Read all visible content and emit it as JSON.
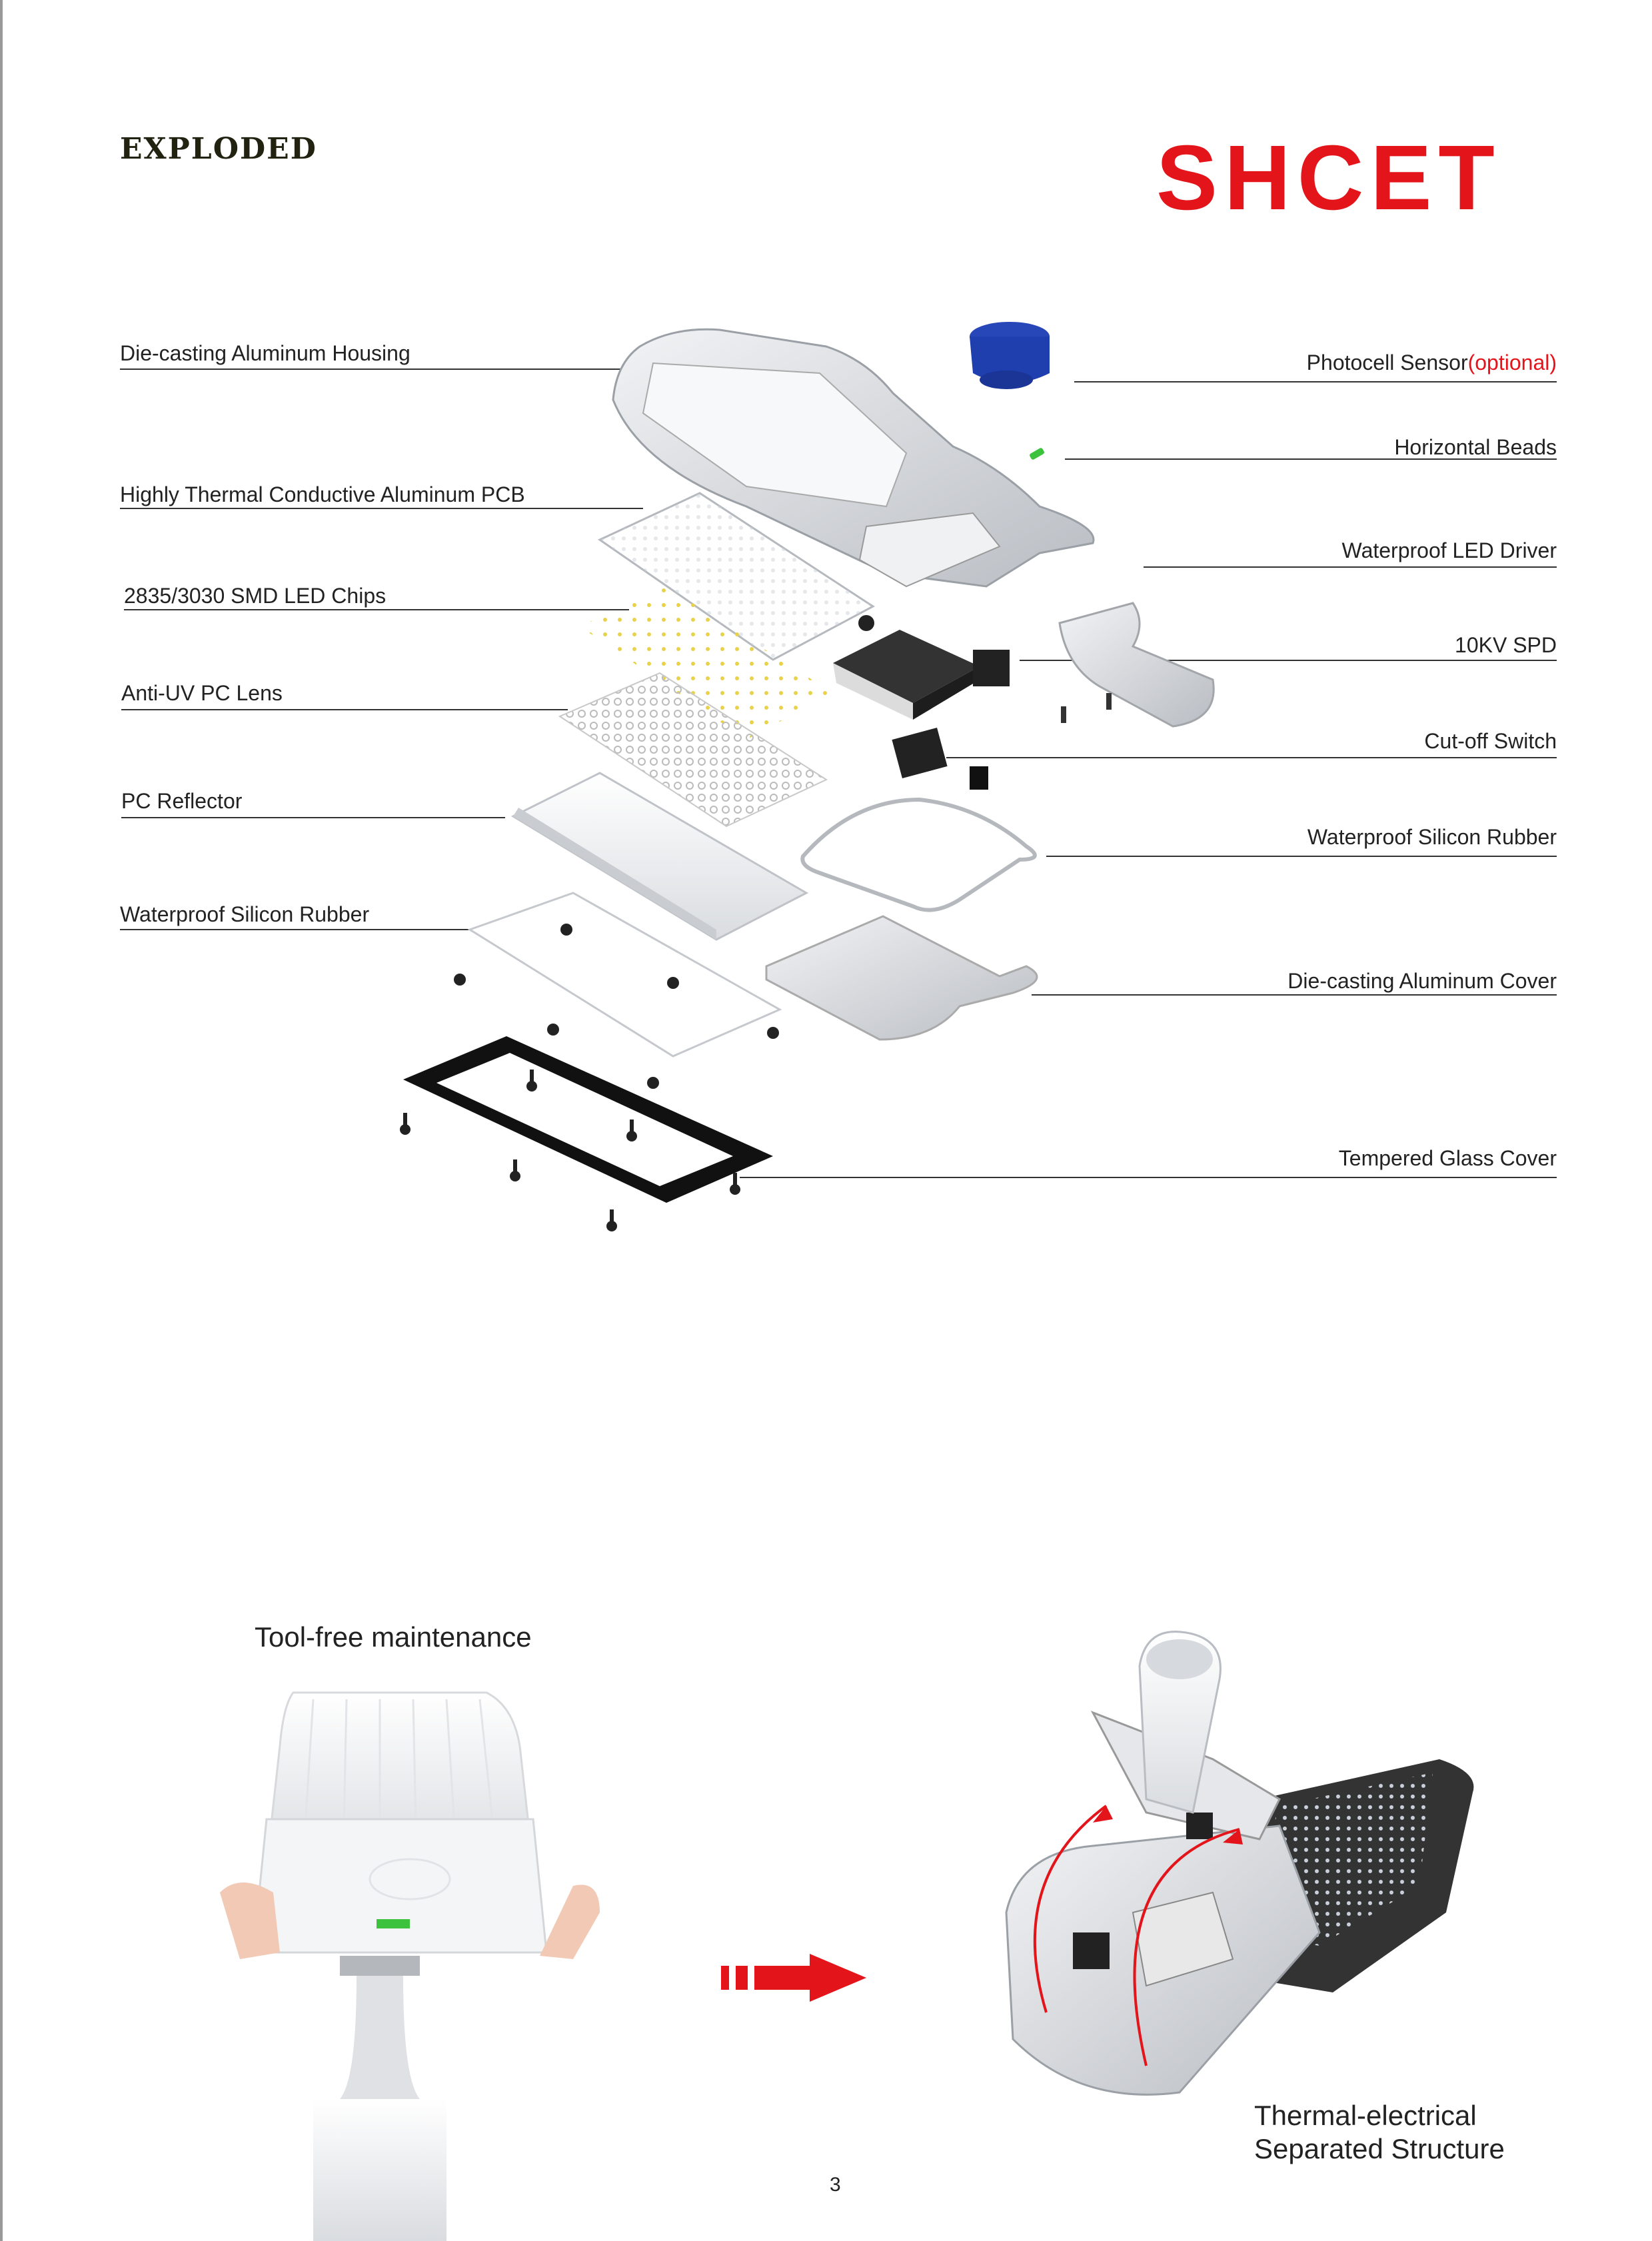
{
  "page": {
    "heading": "EXPLODED",
    "brand": "SHCET",
    "page_number": "3"
  },
  "left_labels": [
    {
      "text": "Die-casting Aluminum Housing"
    },
    {
      "text": "Highly Thermal Conductive Aluminum PCB"
    },
    {
      "text": "2835/3030 SMD LED Chips"
    },
    {
      "text": "Anti-UV PC Lens"
    },
    {
      "text": "PC Reflector"
    },
    {
      "text": "Waterproof Silicon Rubber"
    }
  ],
  "right_labels": [
    {
      "text": "Photocell Sensor",
      "note": "(optional)"
    },
    {
      "text": "Horizontal Beads"
    },
    {
      "text": "Waterproof LED Driver"
    },
    {
      "text": "10KV SPD"
    },
    {
      "text": "Cut-off Switch"
    },
    {
      "text": "Waterproof Silicon Rubber"
    },
    {
      "text": "Die-casting Aluminum Cover"
    },
    {
      "text": "Tempered Glass Cover"
    }
  ],
  "bottom": {
    "left_caption": "Tool-free maintenance",
    "right_caption_line1": "Thermal-electrical",
    "right_caption_line2": "Separated Structure"
  },
  "colors": {
    "accent_red": "#e4141b",
    "sensor_blue": "#1f3fae",
    "bead_green": "#3cc23c"
  }
}
